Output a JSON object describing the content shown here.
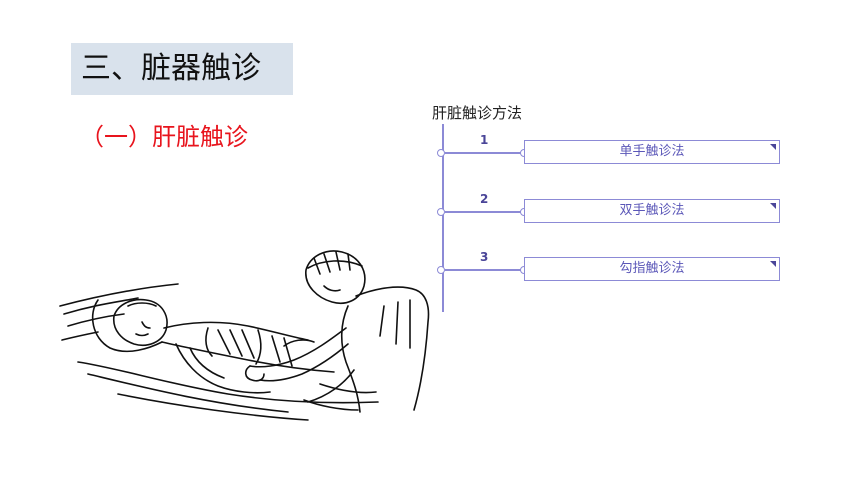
{
  "slide": {
    "section_title": "三、脏器触诊",
    "subtitle": "（一）肝脏触诊"
  },
  "diagram": {
    "title": "肝脏触诊方法",
    "branches": [
      {
        "number": "1",
        "label": "单手触诊法"
      },
      {
        "number": "2",
        "label": "双手触诊法"
      },
      {
        "number": "3",
        "label": "勾指触诊法"
      }
    ]
  },
  "illustration": {
    "icon": "liver-palpation-drawing"
  },
  "colors": {
    "title_bg": "#d9e2ec",
    "subtitle": "#e8141d",
    "diagram_line": "#8c8ad6",
    "diagram_text": "#5b57b8"
  }
}
